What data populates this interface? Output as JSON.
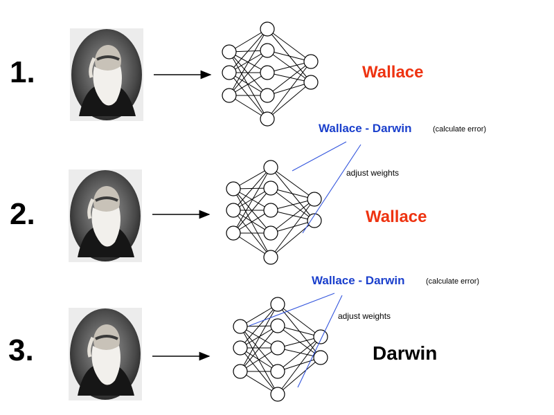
{
  "colors": {
    "wrong_prediction": "#ee3311",
    "correct_prediction": "#000000",
    "error_text": "#1a3fcc",
    "error_lines": "#3355dd"
  },
  "portrait": {
    "icon": "bearded-man-portrait",
    "subject": "portrait photograph in oval frame"
  },
  "steps": [
    {
      "number": "1.",
      "prediction": "Wallace",
      "correct": false
    },
    {
      "number": "2.",
      "prediction": "Wallace",
      "correct": false,
      "error_label": "Wallace - Darwin",
      "error_note": "(calculate error)",
      "adjust_label": "adjust weights"
    },
    {
      "number": "3.",
      "prediction": "Darwin",
      "correct": true,
      "error_label": "Wallace - Darwin",
      "error_note": "(calculate error)",
      "adjust_label": "adjust weights"
    }
  ],
  "network": {
    "layers": [
      3,
      5,
      2
    ]
  }
}
